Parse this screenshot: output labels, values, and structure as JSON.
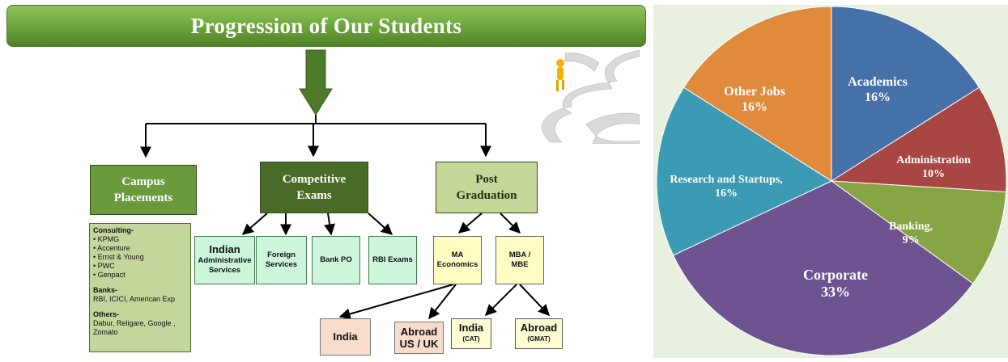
{
  "banner": {
    "title": "Progression of Our Students"
  },
  "branches": {
    "campus": {
      "label_line1": "Campus",
      "label_line2": "Placements"
    },
    "competitive": {
      "label_line1": "Competitive",
      "label_line2": "Exams"
    },
    "post": {
      "label_line1": "Post",
      "label_line2": "Graduation"
    }
  },
  "placements": {
    "consulting_heading": "Consulting-",
    "consulting": [
      "• KPMG",
      "• Accenture",
      "• Ernst & Young",
      "• PWC",
      "• Genpact"
    ],
    "banks_heading": "Banks-",
    "banks": "RBI, ICICI, American Exp",
    "others_heading": "Others-",
    "others_line1": "Dabur, Religare, Google ,",
    "others_line2": "Zomato"
  },
  "exams": {
    "ias_line1": "Indian",
    "ias_line2": "Administrative",
    "ias_line3": "Services",
    "foreign_line1": "Foreign",
    "foreign_line2": "Services",
    "bankpo": "Bank PO",
    "rbi": "RBI Exams"
  },
  "postgrad": {
    "ma_line1": "MA",
    "ma_line2": "Economics",
    "mba_line1": "MBA /",
    "mba_line2": "MBE"
  },
  "destinations": {
    "india": "India",
    "abroad_line1": "Abroad",
    "abroad_line2": "US / UK",
    "india_cat_line1": "India",
    "india_cat_line2": "(CAT)",
    "abroad_gmat_line1": "Abroad",
    "abroad_gmat_line2": "(GMAT)"
  },
  "chart_data": {
    "type": "pie",
    "title": "",
    "slices": [
      {
        "label": "Academics",
        "value": 16,
        "text": "16%",
        "color": "#4670a8"
      },
      {
        "label": "Administration",
        "value": 10,
        "text": "10%",
        "color": "#a84643"
      },
      {
        "label": "Banking,",
        "value": 9,
        "text": "9%",
        "color": "#87a444"
      },
      {
        "label": "Corporate",
        "value": 33,
        "text": "33%",
        "color": "#6d5390"
      },
      {
        "label": "Research and Startups,",
        "value": 16,
        "text": "16%",
        "color": "#3b9ab4"
      },
      {
        "label": "Other Jobs",
        "value": 16,
        "text": "16%",
        "color": "#e08a3c"
      }
    ]
  }
}
